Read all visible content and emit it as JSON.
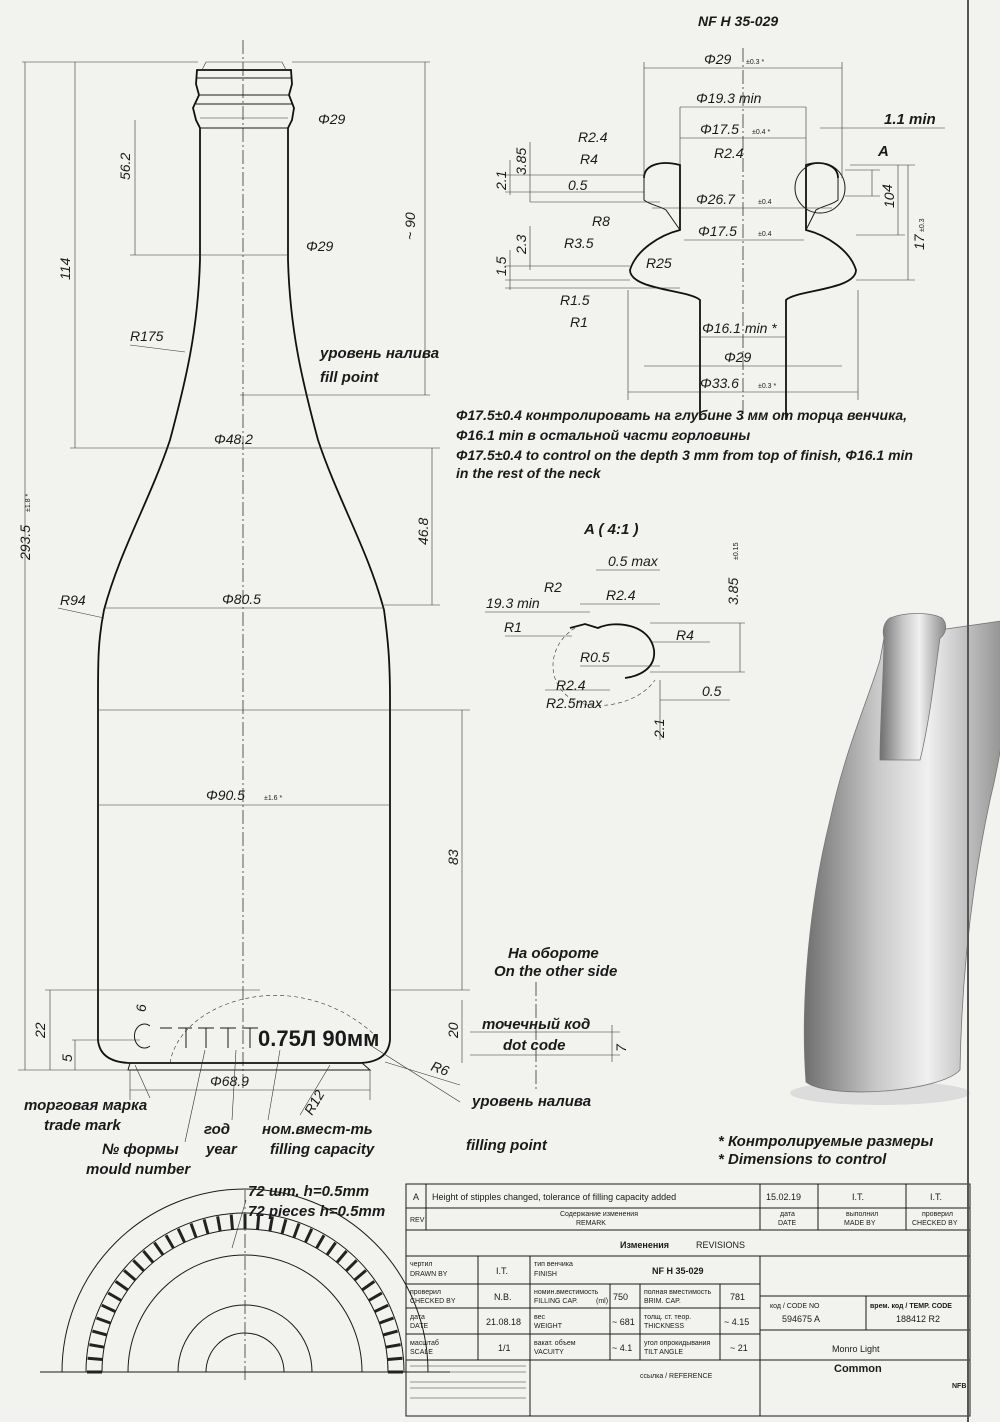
{
  "standard": "NF H 35-029",
  "main_view": {
    "dims": {
      "d_top": "Φ29",
      "d_neck": "Φ29",
      "d_shoulder": "Φ48.2",
      "d_body_upper": "Φ80.5",
      "d_body": "Φ90.5",
      "d_body_tol": "±1.6 *",
      "d_base": "Φ68.9",
      "h_56": "56.2",
      "h_114": "114",
      "h_90": "~ 90",
      "h_46": "46.8",
      "h_83": "83",
      "h_293": "293.5",
      "h_293_tol": "±1.8 *",
      "h_22": "22",
      "h_20": "20",
      "h_6": "6",
      "h_5": "5",
      "h_7": "7",
      "r175": "R175",
      "r94": "R94",
      "r12": "R12",
      "r6": "R6"
    },
    "fill_point_ru": "уровень налива",
    "fill_point_en": "fill point",
    "embossing": "0.75Л  90мм",
    "other_side_ru": "На обороте",
    "other_side_en": "On the other side",
    "dot_code_ru": "точечный код",
    "dot_code_en": "dot code",
    "callouts": {
      "trade_mark_ru": "торговая марка",
      "trade_mark_en": "trade mark",
      "mould_ru": "№ формы",
      "mould_en": "mould number",
      "year_ru": "год",
      "year_en": "year",
      "capacity_ru": "ном.вмест-ть",
      "capacity_en": "filling capacity",
      "filling_point_ru": "уровень налива",
      "filling_point_en": "filling point"
    }
  },
  "finish_view": {
    "d29_top": "Φ29",
    "d29_tol": "±0.3 *",
    "d19": "Φ19.3 min",
    "d175a": "Φ17.5",
    "d175a_tol": "±0.4 *",
    "d267": "Φ26.7",
    "d267_tol": "±0.4",
    "d175b": "Φ17.5",
    "d175b_tol": "±0.4",
    "d161": "Φ16.1 min *",
    "d29_bottom": "Φ29",
    "d336": "Φ33.6",
    "d336_tol": "±0.3 *",
    "min11": "1.1 min",
    "detail_mark": "A",
    "r24": "R2.4",
    "r4": "R4",
    "r24b": "R2.4",
    "r8": "R8",
    "r35": "R3.5",
    "r25": "R25",
    "r15": "R1.5",
    "r1": "R1",
    "v385": "3.85",
    "v21": "2.1",
    "v05": "0.5",
    "v23": "2.3",
    "v15": "1.5",
    "v4": "4",
    "v10": "10",
    "v17": "17",
    "v17_tol": "±0.3"
  },
  "notes": {
    "ru_1": "Φ17.5±0.4 контролировать на глубине 3 мм от торца венчика,",
    "ru_2": "Φ16.1 min в остальной части горловины",
    "en_1": "Φ17.5±0.4 to control on the depth 3 mm from top of finish, Φ16.1 min",
    "en_2": "in the rest of the neck"
  },
  "detail_a": {
    "title": "A ( 4:1 )",
    "max05": "0.5 max",
    "r2": "R2",
    "d193": "19.3 min",
    "r24": "R2.4",
    "v385": "3.85",
    "v385_tol": "±0.15",
    "r1": "R1",
    "r4": "R4",
    "r05": "R0.5",
    "r24b": "R2.4",
    "r25max": "R2.5max",
    "v05": "0.5",
    "v21": "2.1"
  },
  "stipples": {
    "ru": "72 шт. h=0.5mm",
    "en": "72 pieces h=0.5mm"
  },
  "controlled": {
    "ru": "* Контролируемые размеры",
    "en": "* Dimensions to control"
  },
  "revision": {
    "letter": "A",
    "text": "Height of stipples changed, tolerance of filling capacity added",
    "date": "15.02.19",
    "made": "I.T.",
    "checked": "I.T.",
    "rev_label": "REV",
    "remark_ru": "Содержание изменения",
    "remark_en": "REMARK",
    "date_ru": "дата",
    "date_en": "DATE",
    "made_ru": "выполнил",
    "made_en": "MADE BY",
    "checked_ru": "проверил",
    "checked_en": "CHECKED BY",
    "heading_ru": "Изменения",
    "heading_en": "REVISIONS"
  },
  "titleblock": {
    "drawn_ru": "чертил",
    "drawn_en": "DRAWN BY",
    "drawn_val": "I.T.",
    "checked_ru": "проверил",
    "checked_en": "CHECKED BY",
    "checked_val": "N.B.",
    "date_ru": "дата",
    "date_en": "DATE",
    "date_val": "21.08.18",
    "scale_ru": "масштаб",
    "scale_en": "SCALE",
    "scale_val": "1/1",
    "finish_ru": "тип венчика",
    "finish_en": "FINISH",
    "finish_val": "NF H 35-029",
    "fill_ru": "номин.вместимость",
    "fill_en": "FILLING CAP.",
    "fill_unit": "(ml)",
    "fill_val": "750",
    "brim_ru": "полная вместимость",
    "brim_en": "BRIM. CAP.",
    "brim_val": "781",
    "weight_ru": "вес",
    "weight_en": "WEIGHT",
    "weight_val": "~ 681",
    "thick_ru": "толщ. ст. теор.",
    "thick_en": "THICKNESS",
    "thick_val": "~ 4.15",
    "vacuity_ru": "вакат. объем",
    "vacuity_en": "VACUITY",
    "vacuity_val": "~ 4.1",
    "angle_ru": "угол опрокидывания",
    "angle_en": "TILT ANGLE",
    "angle_val": "~ 21",
    "code_label": "код / CODE NO",
    "code_val": "594675 A",
    "temp_label": "врем. код / TEMP. CODE",
    "temp_val": "188412 R2",
    "name_1": "Monro Light",
    "name_2": "Common",
    "ref_label": "ссылка / REFERENCE",
    "corner": "NFB"
  }
}
